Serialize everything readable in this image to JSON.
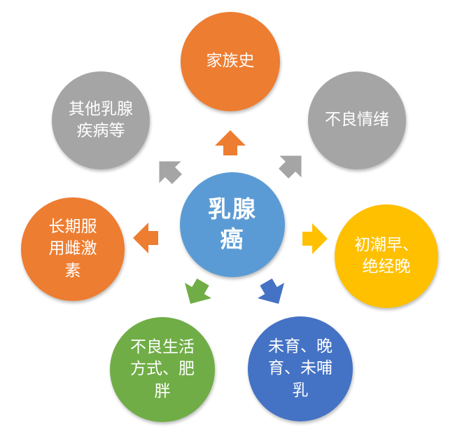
{
  "center": {
    "label": "乳腺\n癌",
    "color": "#5b9bd5"
  },
  "nodes": {
    "family": {
      "label": "家族史",
      "color": "#ed7d31"
    },
    "mood": {
      "label": "不良情绪",
      "color": "#a5a5a5"
    },
    "menarche": {
      "label": "初潮早、\n绝经晚",
      "color": "#ffc000"
    },
    "nursing": {
      "label": "未育、晚\n育、未哺\n乳",
      "color": "#4472c4"
    },
    "lifestyle": {
      "label": "不良生活\n方式、肥\n胖",
      "color": "#70ad47"
    },
    "hormone": {
      "label": "长期服\n用雌激\n素",
      "color": "#ed7d31"
    },
    "other": {
      "label": "其他乳腺\n疾病等",
      "color": "#a5a5a5"
    }
  }
}
